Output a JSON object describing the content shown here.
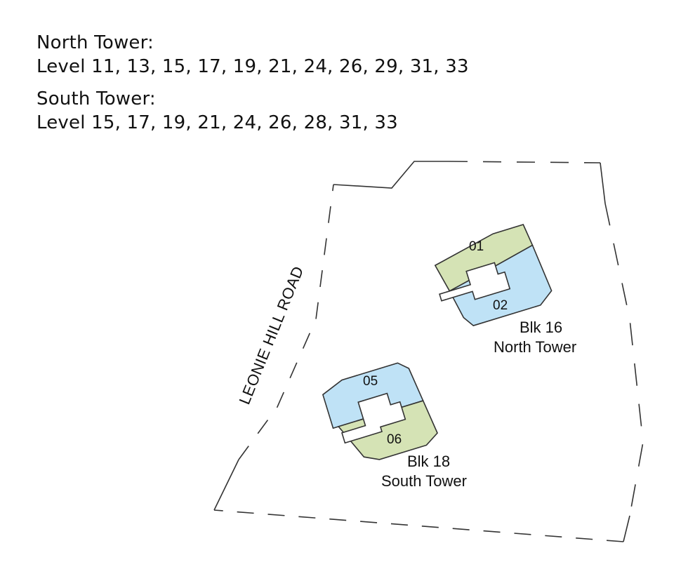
{
  "north_tower": {
    "heading": "North Tower:",
    "levels": "Level 11, 13, 15, 17, 19, 21, 24, 26, 29, 31, 33"
  },
  "south_tower": {
    "heading": "South Tower:",
    "levels": "Level 15, 17, 19, 21, 24, 26, 28, 31, 33"
  },
  "road": {
    "label": "LEONIE HILL ROAD"
  },
  "blocks": [
    {
      "block": "Blk 16",
      "tower": "North Tower",
      "units": [
        "01",
        "02"
      ]
    },
    {
      "block": "Blk 18",
      "tower": "South Tower",
      "units": [
        "05",
        "06"
      ]
    }
  ],
  "colors": {
    "unit_green": "#d5e3b5",
    "unit_blue": "#bfe2f6",
    "line": "#333333"
  }
}
